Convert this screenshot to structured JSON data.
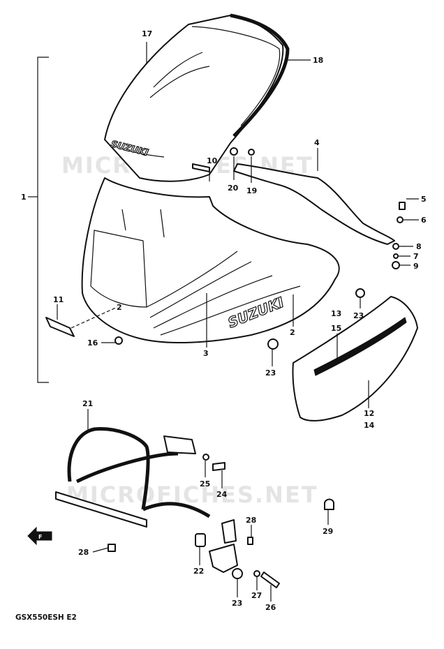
{
  "watermark": {
    "text_top": "MICROFICHES.NET",
    "text_bottom": "MICROFICHES.NET"
  },
  "model_code": "GSX550ESH E2",
  "arrow_label": "F",
  "brand_windscreen": "SUZUKI",
  "brand_fairing": "SUZUKI",
  "labels": {
    "l1": "1",
    "l2a": "2",
    "l2b": "2",
    "l3": "3",
    "l4": "4",
    "l5": "5",
    "l6": "6",
    "l7": "7",
    "l8": "8",
    "l9": "9",
    "l10": "10",
    "l11": "11",
    "l12": "12",
    "l13": "13",
    "l14": "14",
    "l15": "15",
    "l16": "16",
    "l17": "17",
    "l18": "18",
    "l19": "19",
    "l20": "20",
    "l21": "21",
    "l22": "22",
    "l23a": "23",
    "l23b": "23",
    "l23c": "23",
    "l24": "24",
    "l25": "25",
    "l26": "26",
    "l27": "27",
    "l28a": "28",
    "l28b": "28",
    "l29": "29"
  }
}
